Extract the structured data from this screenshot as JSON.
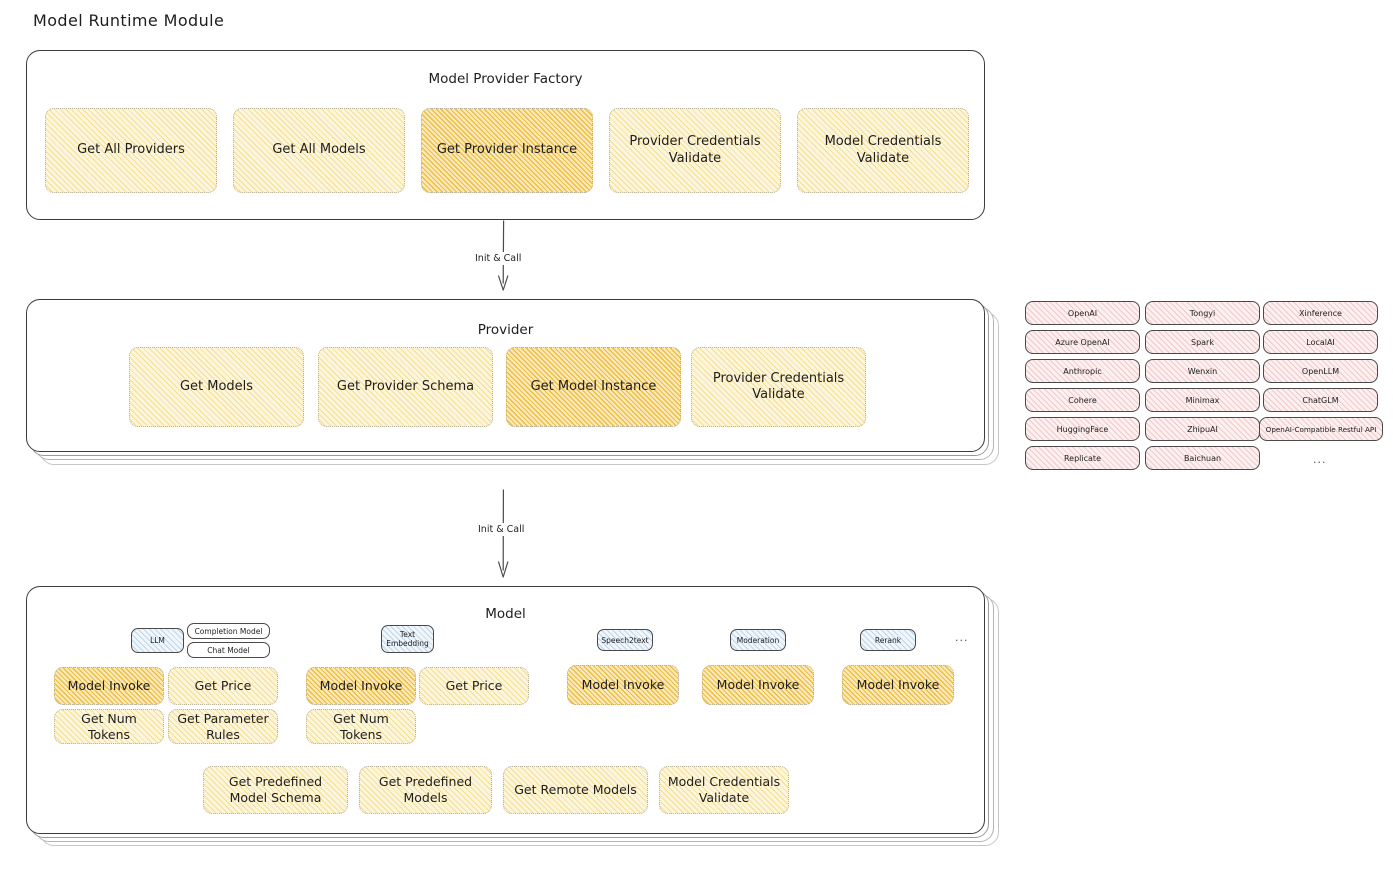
{
  "page": {
    "title": "Model Runtime Module"
  },
  "colors": {
    "highlight_fill": "#fbeac0",
    "normal_fill": "#fdf6de",
    "provider_chip_fill": "#fdf0f0",
    "badge_fill": "#f0f6fb",
    "stroke": "#1e1e1e"
  },
  "factory": {
    "title": "Model Provider Factory",
    "boxes": [
      {
        "label": "Get All Providers",
        "highlighted": false
      },
      {
        "label": "Get All Models",
        "highlighted": false
      },
      {
        "label": "Get Provider Instance",
        "highlighted": true
      },
      {
        "label": "Provider Credentials Validate",
        "highlighted": false
      },
      {
        "label": "Model Credentials Validate",
        "highlighted": false
      }
    ]
  },
  "arrows": [
    {
      "label": "Init & Call"
    },
    {
      "label": "Init & Call"
    }
  ],
  "provider": {
    "title": "Provider",
    "boxes": [
      {
        "label": "Get Models",
        "highlighted": false
      },
      {
        "label": "Get Provider Schema",
        "highlighted": false
      },
      {
        "label": "Get Model Instance",
        "highlighted": true
      },
      {
        "label": "Provider Credentials Validate",
        "highlighted": false
      }
    ]
  },
  "provider_list": {
    "columns": [
      {
        "items": [
          "OpenAI",
          "Azure OpenAI",
          "Anthropic",
          "Cohere",
          "HuggingFace",
          "Replicate"
        ]
      },
      {
        "items": [
          "Tongyi",
          "Spark",
          "Wenxin",
          "Minimax",
          "ZhipuAI",
          "Baichuan"
        ]
      },
      {
        "items": [
          "Xinference",
          "LocalAI",
          "OpenLLM",
          "ChatGLM",
          "OpenAI-Compatible Restful API"
        ]
      }
    ],
    "ellipsis": "..."
  },
  "model": {
    "title": "Model",
    "ellipsis": "...",
    "types": [
      {
        "name": "LLM",
        "sub_badges": [
          "Completion Model",
          "Chat Model"
        ],
        "methods": [
          {
            "label": "Model Invoke",
            "highlighted": true
          },
          {
            "label": "Get Price",
            "highlighted": false
          },
          {
            "label": "Get Num Tokens",
            "highlighted": false
          },
          {
            "label": "Get Parameter Rules",
            "highlighted": false
          }
        ]
      },
      {
        "name": "Text Embedding",
        "sub_badges": [],
        "methods": [
          {
            "label": "Model Invoke",
            "highlighted": true
          },
          {
            "label": "Get Price",
            "highlighted": false
          },
          {
            "label": "Get Num Tokens",
            "highlighted": false
          }
        ]
      },
      {
        "name": "Speech2text",
        "sub_badges": [],
        "methods": [
          {
            "label": "Model Invoke",
            "highlighted": true
          }
        ]
      },
      {
        "name": "Moderation",
        "sub_badges": [],
        "methods": [
          {
            "label": "Model Invoke",
            "highlighted": true
          }
        ]
      },
      {
        "name": "Rerank",
        "sub_badges": [],
        "methods": [
          {
            "label": "Model Invoke",
            "highlighted": true
          }
        ]
      }
    ],
    "common_methods": [
      "Get Predefined Model Schema",
      "Get Predefined Models",
      "Get Remote Models",
      "Model Credentials Validate"
    ]
  }
}
